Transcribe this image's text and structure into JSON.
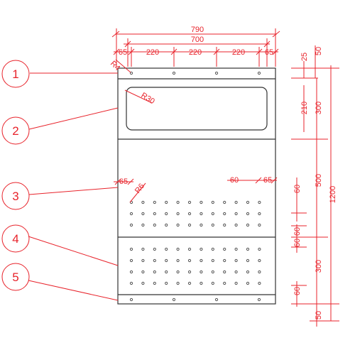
{
  "colors": {
    "dimension": "#e8232b",
    "outline": "#333333",
    "background": "#ffffff"
  },
  "top_dims": {
    "overall": "790",
    "inner": "700",
    "left_margin": "65",
    "pitch_1": "220",
    "pitch_2": "220",
    "pitch_3": "220",
    "right_margin": "65"
  },
  "right_dims": {
    "top_edge": "25",
    "top_band": "50",
    "window": "210",
    "upper_panel": "300",
    "lower_panel": "500",
    "total_height": "1200",
    "perf_row_1": "60",
    "perf_row_2": "60",
    "perf_row_3": "60",
    "lower_block": "300",
    "bottom_row": "60",
    "bottom_band": "50"
  },
  "labels": {
    "corner_radius": "R4",
    "window_radius": "R30",
    "hole_radius": "R6",
    "side_margin_left": "65",
    "side_margin_right": "65",
    "hole_pitch": "60"
  },
  "callouts": [
    "1",
    "2",
    "3",
    "4",
    "5"
  ]
}
